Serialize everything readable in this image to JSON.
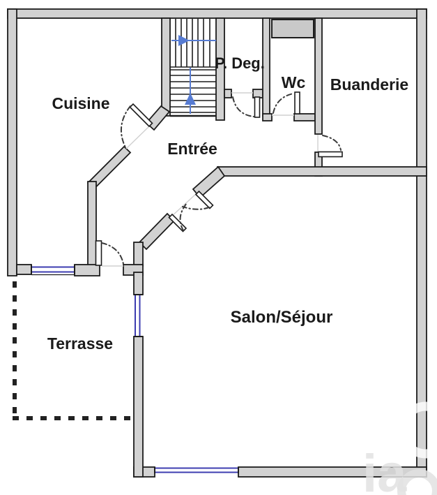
{
  "plan": {
    "type": "floor-plan",
    "rooms": {
      "cuisine": {
        "label": "Cuisine"
      },
      "entree": {
        "label": "Entrée"
      },
      "p_deg": {
        "label": "P. Deg."
      },
      "wc": {
        "label": "Wc"
      },
      "buanderie": {
        "label": "Buanderie"
      },
      "salon_sejour": {
        "label": "Salon/Séjour"
      },
      "terrasse": {
        "label": "Terrasse"
      }
    },
    "stairs": {
      "flight1_direction": "right",
      "flight2_direction": "up"
    },
    "colors": {
      "wall_fill": "#d2d2d2",
      "wall_stroke": "#1c1c1c",
      "window_blue": "#3c3cb0",
      "stair_arrow_blue": "#567bd2",
      "label_color": "#1a1a1a"
    },
    "watermark": {
      "letters": "ia"
    }
  }
}
